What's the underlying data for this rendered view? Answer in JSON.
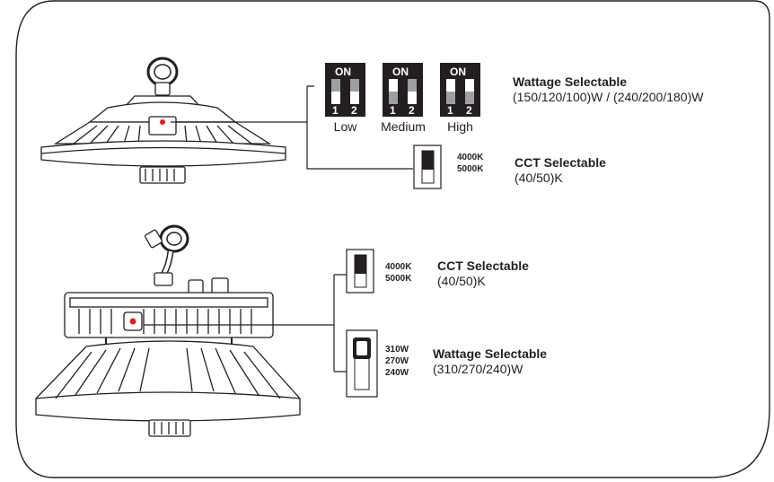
{
  "dip_switch": {
    "on_text": "ON",
    "pin_numbers": [
      "1",
      "2"
    ],
    "levels": [
      "Low",
      "Medium",
      "High"
    ]
  },
  "top_unit": {
    "wattage_title": "Wattage Selectable",
    "wattage_values": "(150/120/100)W / (240/200/180)W",
    "cct_options": [
      "4000K",
      "5000K"
    ],
    "cct_title": "CCT Selectable",
    "cct_values": "(40/50)K"
  },
  "bottom_unit": {
    "cct_options": [
      "4000K",
      "5000K"
    ],
    "cct_title": "CCT Selectable",
    "cct_values": "(40/50)K",
    "wattage_options": [
      "310W",
      "270W",
      "240W"
    ],
    "wattage_title": "Wattage Selectable",
    "wattage_values": "(310/270/240)W"
  },
  "colors": {
    "outline": "#231f20",
    "indicator": "#e31e24",
    "switch_body": "#231f20",
    "switch_slot": "#9d9fa2"
  }
}
